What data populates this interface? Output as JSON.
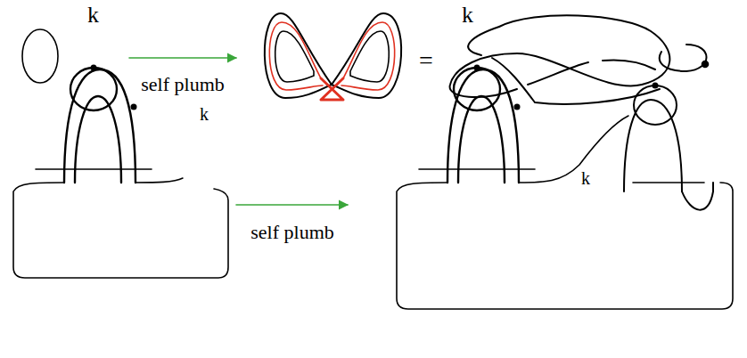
{
  "diagram": {
    "labels": [
      "k",
      "self plumb",
      "=",
      "k",
      "k",
      "self plumb",
      "k"
    ]
  }
}
